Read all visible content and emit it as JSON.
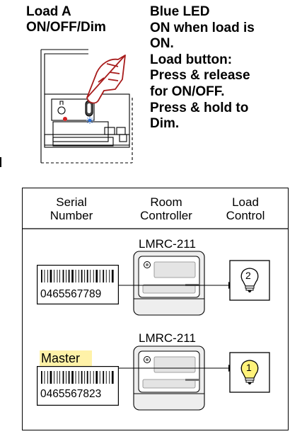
{
  "header": {
    "left_lines": [
      "Load A",
      "ON/OFF/Dim"
    ],
    "right_lines": [
      "Blue LED",
      "ON when load is",
      "ON.",
      "Load button:",
      "Press & release",
      "for ON/OFF.",
      "Press & hold to",
      "Dim."
    ]
  },
  "table": {
    "columns": [
      {
        "lines": [
          "Serial",
          "Number"
        ]
      },
      {
        "lines": [
          "Room",
          "Controller"
        ]
      },
      {
        "lines": [
          "Load",
          "Control"
        ]
      }
    ],
    "rows": [
      {
        "model": "LMRC-211",
        "serial": "0465567789",
        "load_number": "2",
        "bulb_color": "#ffffff",
        "tag": ""
      },
      {
        "model": "LMRC-211",
        "serial": "0465567823",
        "load_number": "1",
        "bulb_color": "#fff27a",
        "tag": "Master"
      }
    ]
  },
  "colors": {
    "highlight": "#fff2a8",
    "led_red": "#d32020",
    "led_blue": "#2a6fd6",
    "hand_red": "#a81c1c"
  },
  "icons": [
    "hand-pointer-icon",
    "light-bulb-icon",
    "barcode-icon",
    "room-controller-icon"
  ]
}
